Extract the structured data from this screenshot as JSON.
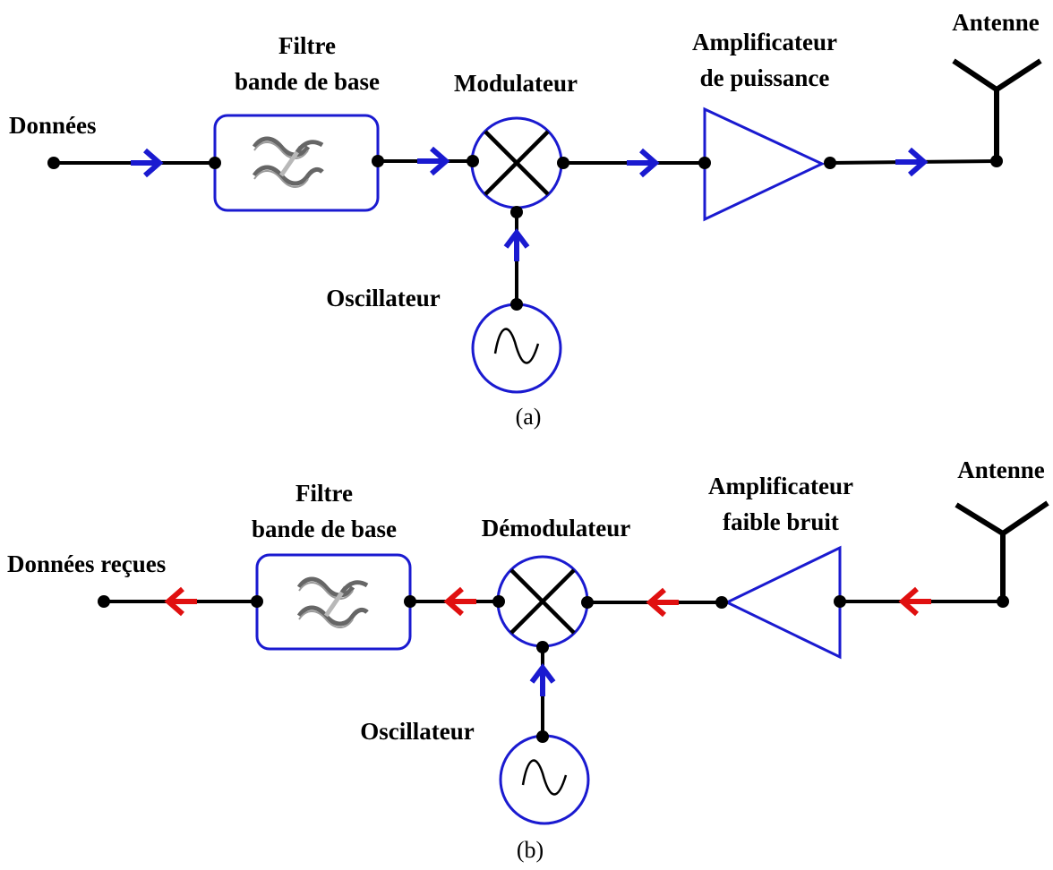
{
  "diagrams": {
    "transmitter": {
      "caption": "(a)",
      "input_label": "Données",
      "filter_label_line1": "Filtre",
      "filter_label_line2": "bande de base",
      "mixer_label": "Modulateur",
      "oscillator_label": "Oscillateur",
      "amplifier_label_line1": "Amplificateur",
      "amplifier_label_line2": "de puissance",
      "antenna_label": "Antenne"
    },
    "receiver": {
      "caption": "(b)",
      "output_label": "Données reçues",
      "filter_label_line1": "Filtre",
      "filter_label_line2": "bande de base",
      "mixer_label": "Démodulateur",
      "oscillator_label": "Oscillateur",
      "amplifier_label_line1": "Amplificateur",
      "amplifier_label_line2": "faible bruit",
      "antenna_label": "Antenne"
    }
  },
  "colors": {
    "block_outline": "#1a1ad0",
    "signal_arrow_tx": "#1a1ad0",
    "signal_arrow_rx": "#e01010",
    "oscillator_arrow": "#1a1ad0",
    "wire": "#000000"
  },
  "icons": [
    "lowpass-filter-icon",
    "mixer-icon",
    "sine-oscillator-icon",
    "amplifier-triangle-icon",
    "antenna-icon",
    "arrow-icon"
  ]
}
